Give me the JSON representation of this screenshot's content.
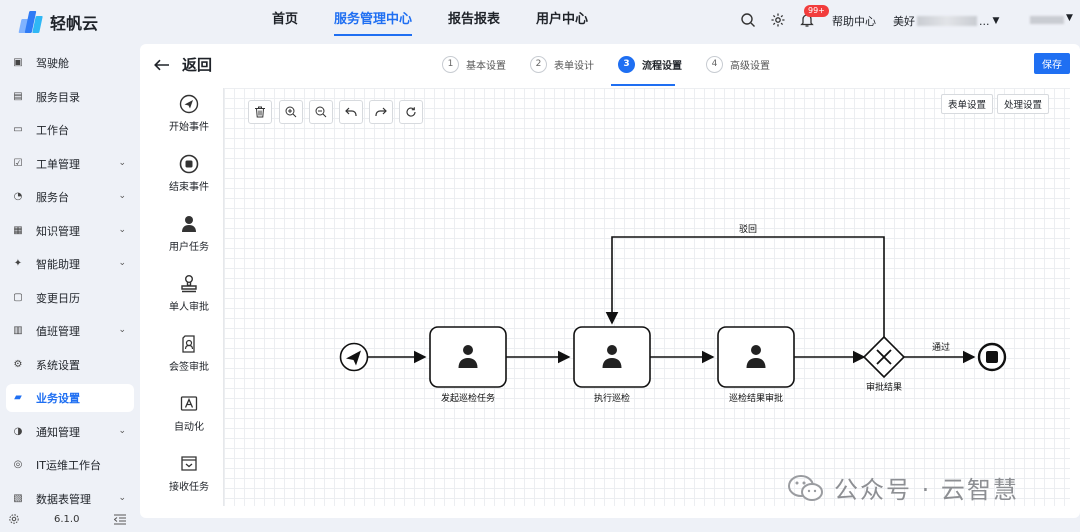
{
  "app": {
    "name": "轻帆云"
  },
  "topnav": [
    {
      "label": "首页",
      "active": false
    },
    {
      "label": "服务管理中心",
      "active": true
    },
    {
      "label": "报告报表",
      "active": false
    },
    {
      "label": "用户中心",
      "active": false
    }
  ],
  "header": {
    "badge": "99+",
    "help": "帮助中心",
    "user_prefix": "美好",
    "user_suffix": "..."
  },
  "sidebar": {
    "items": [
      {
        "label": "驾驶舱",
        "icon": "dashboard-icon",
        "chevron": false
      },
      {
        "label": "服务目录",
        "icon": "catalog-icon",
        "chevron": false
      },
      {
        "label": "工作台",
        "icon": "workbench-icon",
        "chevron": false
      },
      {
        "label": "工单管理",
        "icon": "ticket-icon",
        "chevron": true
      },
      {
        "label": "服务台",
        "icon": "headset-icon",
        "chevron": true
      },
      {
        "label": "知识管理",
        "icon": "knowledge-icon",
        "chevron": true
      },
      {
        "label": "智能助理",
        "icon": "assistant-icon",
        "chevron": true
      },
      {
        "label": "变更日历",
        "icon": "calendar-icon",
        "chevron": false
      },
      {
        "label": "值班管理",
        "icon": "duty-icon",
        "chevron": true
      },
      {
        "label": "系统设置",
        "icon": "settings-icon",
        "chevron": false
      },
      {
        "label": "业务设置",
        "icon": "business-icon",
        "chevron": false,
        "active": true
      },
      {
        "label": "通知管理",
        "icon": "notify-icon",
        "chevron": true
      },
      {
        "label": "IT运维工作台",
        "icon": "ops-icon",
        "chevron": false
      },
      {
        "label": "数据表管理",
        "icon": "table-icon",
        "chevron": true
      }
    ],
    "version": "6.1.0"
  },
  "page": {
    "back_label": "返回",
    "save_label": "保存",
    "steps": [
      {
        "num": "1",
        "label": "基本设置",
        "active": false
      },
      {
        "num": "2",
        "label": "表单设计",
        "active": false
      },
      {
        "num": "3",
        "label": "流程设置",
        "active": true
      },
      {
        "num": "4",
        "label": "高级设置",
        "active": false
      }
    ]
  },
  "palette": [
    {
      "label": "开始事件",
      "icon": "send-icon"
    },
    {
      "label": "结束事件",
      "icon": "stop-icon"
    },
    {
      "label": "用户任务",
      "icon": "user-icon"
    },
    {
      "label": "单人审批",
      "icon": "stamp-icon"
    },
    {
      "label": "会签审批",
      "icon": "countersign-icon"
    },
    {
      "label": "自动化",
      "icon": "automation-icon"
    },
    {
      "label": "接收任务",
      "icon": "receive-icon"
    }
  ],
  "toolbar": {
    "icons": [
      "delete-icon",
      "zoom-in-icon",
      "zoom-out-icon",
      "undo-icon",
      "redo-icon",
      "reset-icon"
    ]
  },
  "canvas_buttons": {
    "form_settings": "表单设置",
    "process_settings": "处理设置"
  },
  "flow": {
    "tasks": [
      "发起巡检任务",
      "执行巡检",
      "巡检结果审批"
    ],
    "gateway": "审批结果",
    "reject_label": "驳回",
    "pass_label": "通过"
  },
  "watermark": {
    "text": "公众号 · 云智慧"
  }
}
